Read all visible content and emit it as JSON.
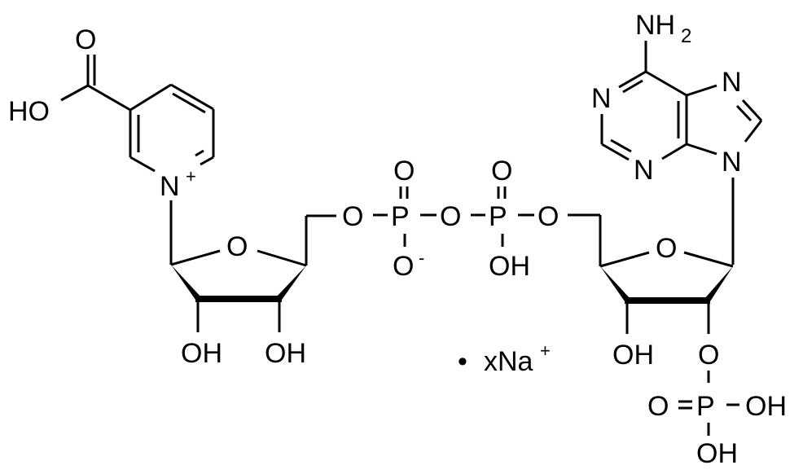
{
  "diagram": {
    "type": "chemical-structure",
    "compound": "NADP sodium salt (nicotinic acid adenine dinucleotide phosphate)",
    "colors": {
      "foreground": "#000000",
      "background": "#ffffff"
    },
    "nicotinic_acid": {
      "carbonyl_o": "O",
      "hydroxyl": "HO",
      "ring_n": "N",
      "ring_n_charge": "+"
    },
    "left_ribose": {
      "ring_o": "O",
      "oh_1": "OH",
      "oh_2": "OH"
    },
    "diphosphate": {
      "o_link_1": "O",
      "p1": "P",
      "p1_double_o": "O",
      "p1_o_minus": "O",
      "p1_charge": "-",
      "o_bridge": "O",
      "p2": "P",
      "p2_double_o": "O",
      "p2_oh": "OH",
      "o_link_2": "O"
    },
    "adenine": {
      "nh2": "NH",
      "nh2_sub": "2",
      "n1": "N",
      "n3": "N",
      "n7": "N",
      "n9": "N"
    },
    "right_ribose": {
      "ring_o": "O",
      "oh": "OH",
      "o_phosphate": "O"
    },
    "phosphate_2prime": {
      "double_o": "O",
      "p": "P",
      "oh_right": "OH",
      "oh_bottom": "OH"
    },
    "counterion": {
      "bullet": "•",
      "label": "xNa",
      "charge": "+"
    }
  }
}
